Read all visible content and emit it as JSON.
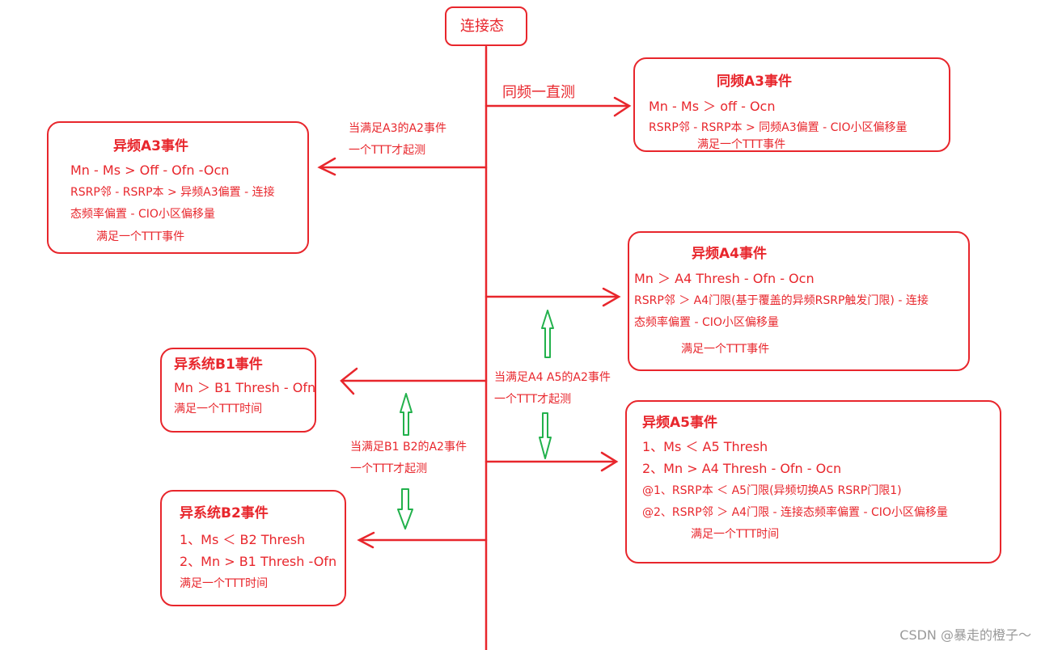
{
  "start_node": "连接态",
  "main_label": "同频一直测",
  "intra_a3": {
    "title": "同频A3事件",
    "line1": "Mn - Ms ＞ off - Ocn",
    "line2": "RSRP邻 - RSRP本 > 同频A3偏置 - CIO小区偏移量",
    "line3": "满足一个TTT事件"
  },
  "a2_for_a3": {
    "line1": "当满足A3的A2事件",
    "line2": "一个TTT才起测"
  },
  "inter_a3": {
    "title": "异频A3事件",
    "line1": "Mn - Ms > Off - Ofn -Ocn",
    "line2": "RSRP邻 - RSRP本 > 异频A3偏置 - 连接",
    "line3": "态频率偏置 - CIO小区偏移量",
    "line4": "满足一个TTT事件"
  },
  "inter_a4": {
    "title": "异频A4事件",
    "line1": "Mn ＞ A4 Thresh - Ofn - Ocn",
    "line2": "RSRP邻 ＞ A4门限(基于覆盖的异频RSRP触发门限) - 连接",
    "line3": "态频率偏置 - CIO小区偏移量",
    "line4": "满足一个TTT事件"
  },
  "a2_for_a4a5": {
    "line1": "当满足A4 A5的A2事件",
    "line2": "一个TTT才起测"
  },
  "irat_b1": {
    "title": "异系统B1事件",
    "line1": "Mn ＞ B1 Thresh - Ofn",
    "line2": "满足一个TTT时间"
  },
  "inter_a5": {
    "title": "异频A5事件",
    "line1": "1、Ms ＜ A5 Thresh",
    "line2": "2、Mn > A4 Thresh - Ofn - Ocn",
    "line3": "@1、RSRP本 ＜ A5门限(异频切换A5 RSRP门限1)",
    "line4": "@2、RSRP邻 ＞ A4门限 - 连接态频率偏置 - CIO小区偏移量",
    "line5": "满足一个TTT时间"
  },
  "a2_for_b1b2": {
    "line1": "当满足B1 B2的A2事件",
    "line2": "一个TTT才起测"
  },
  "irat_b2": {
    "title": "异系统B2事件",
    "line1": "1、Ms ＜ B2 Thresh",
    "line2": "2、Mn > B1 Thresh -Ofn",
    "line3": "满足一个TTT时间"
  },
  "watermark": "CSDN @暴走的橙子～",
  "colors": {
    "red": "#e8262c",
    "green": "#22b14c",
    "watermark": "#9a9a9a"
  }
}
